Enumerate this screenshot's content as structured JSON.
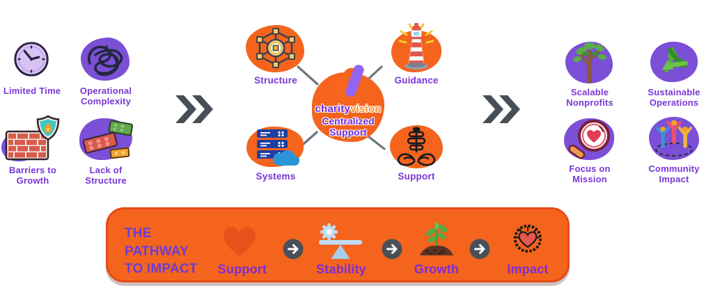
{
  "colors": {
    "orange": "#F4641D",
    "purple_text": "#7936D8",
    "purple_blob": "#7B4FD6",
    "chevron_gray": "#474E57",
    "brand_purple": "#6D28D9",
    "brand_orange": "#FF8B2E"
  },
  "challenges": {
    "items": [
      {
        "label": "Limited Time",
        "icon": "clock-icon"
      },
      {
        "label": "Operational Complexity",
        "icon": "tangled-thread-icon"
      },
      {
        "label": "Barriers to Growth",
        "icon": "brick-wall-shield-icon"
      },
      {
        "label": "Lack of Structure",
        "icon": "toy-bricks-icon"
      }
    ],
    "separator_icon": "double-chevron-right-icon"
  },
  "hub": {
    "brand_part1": "charity",
    "brand_part2": "vision",
    "label": "Centralized Support",
    "mark_icon": "heart-ribbon-logo-icon",
    "nodes": [
      {
        "label": "Structure",
        "icon": "network-icon"
      },
      {
        "label": "Guidance",
        "icon": "lighthouse-icon"
      },
      {
        "label": "Systems",
        "icon": "server-cloud-icon"
      },
      {
        "label": "Support",
        "icon": "hands-holding-icon"
      }
    ]
  },
  "outcomes": {
    "items": [
      {
        "label": "Scalable Nonprofits",
        "icon": "tree-icon"
      },
      {
        "label": "Sustainable Operations",
        "icon": "recycle-icon"
      },
      {
        "label": "Focus on Mission",
        "icon": "magnifier-heart-icon"
      },
      {
        "label": "Community Impact",
        "icon": "people-celebration-icon"
      }
    ]
  },
  "pathway": {
    "title_line1": "THE PATHWAY",
    "title_line2": "TO IMPACT",
    "arrow_icon": "arrow-right-circle-icon",
    "steps": [
      {
        "label": "Support",
        "icon": "heart-icon"
      },
      {
        "label": "Stability",
        "icon": "balance-icon"
      },
      {
        "label": "Growth",
        "icon": "sprout-icon"
      },
      {
        "label": "Impact",
        "icon": "impact-heart-icon"
      }
    ]
  }
}
